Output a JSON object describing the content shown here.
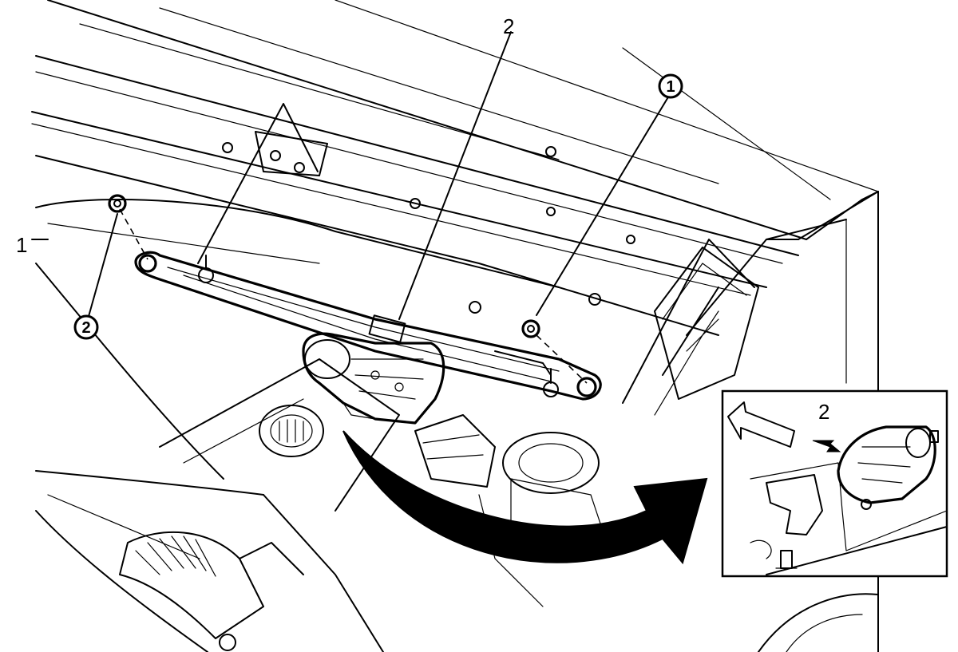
{
  "callouts": {
    "label_1_left": "1",
    "label_2_top": "2",
    "label_2_inset": "2",
    "circled_1": "1",
    "circled_2": "2"
  },
  "colors": {
    "ink": "#000000",
    "paper": "#ffffff"
  }
}
